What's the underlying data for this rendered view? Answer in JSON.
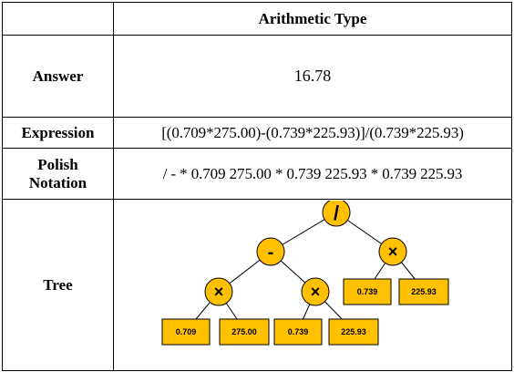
{
  "header": {
    "left": "",
    "right": "Arithmetic Type"
  },
  "rows": {
    "answer": {
      "label": "Answer",
      "value": "16.78"
    },
    "expression": {
      "label": "Expression",
      "value": "[(0.709*275.00)-(0.739*225.93)]/(0.739*225.93)"
    },
    "polish": {
      "label_line1": "Polish",
      "label_line2": "Notation",
      "value": "/ - * 0.709 275.00 * 0.739 225.93 * 0.739 225.93"
    },
    "tree": {
      "label": "Tree"
    }
  },
  "tree": {
    "root": "/",
    "minus": "-",
    "times_left": "×",
    "times_mid": "×",
    "times_right": "×",
    "leaves": [
      "0.709",
      "275.00",
      "0.739",
      "225.93",
      "0.739",
      "225.93"
    ]
  },
  "colors": {
    "node_fill": "#FFC000",
    "node_stroke": "#000000",
    "border": "#000000"
  }
}
